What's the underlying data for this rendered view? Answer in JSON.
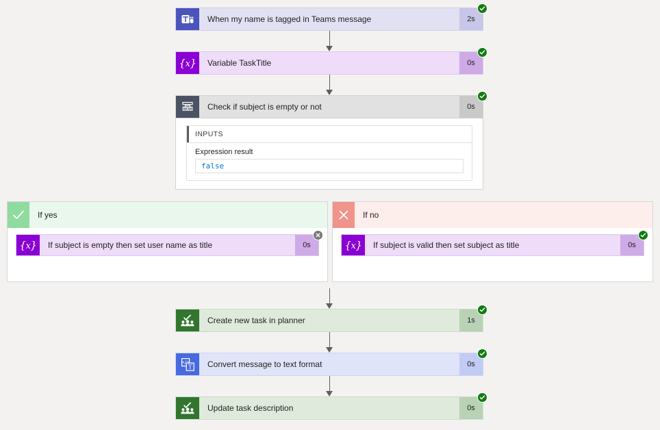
{
  "flow": {
    "trigger": {
      "icon": "teams-icon",
      "title": "When my name is tagged in Teams message",
      "duration": "2s",
      "status": "succeeded",
      "theme": "t-teams"
    },
    "steps_before_condition": [
      {
        "icon": "variable-icon",
        "title": "Variable TaskTitle",
        "duration": "0s",
        "status": "succeeded",
        "theme": "t-var"
      }
    ],
    "condition": {
      "icon": "condition-icon",
      "title": "Check if subject is empty or not",
      "duration": "0s",
      "status": "succeeded",
      "theme": "t-cond",
      "inputs_header": "INPUTS",
      "expression_label": "Expression result",
      "expression_value": "false"
    },
    "branches": [
      {
        "side": "yes",
        "mark": "check-icon",
        "label": "If yes",
        "action": {
          "icon": "variable-icon",
          "title": "If subject is empty then set user name as title",
          "duration": "0s",
          "status": "skipped",
          "theme": "t-var"
        }
      },
      {
        "side": "no",
        "mark": "cross-icon",
        "label": "If no",
        "action": {
          "icon": "variable-icon",
          "title": "If subject is valid then set subject as title",
          "duration": "0s",
          "status": "succeeded",
          "theme": "t-var"
        }
      }
    ],
    "steps_after_condition": [
      {
        "icon": "planner-icon",
        "title": "Create new task in planner",
        "duration": "1s",
        "status": "succeeded",
        "theme": "t-planner"
      },
      {
        "icon": "html-to-text-icon",
        "title": "Convert message to text format",
        "duration": "0s",
        "status": "succeeded",
        "theme": "t-text"
      },
      {
        "icon": "planner-icon",
        "title": "Update task description",
        "duration": "0s",
        "status": "succeeded",
        "theme": "t-planner"
      }
    ]
  },
  "colors": {
    "page_background": "#f3f2f1",
    "success": "#107c10",
    "skipped": "#797775",
    "teams": "#4b53bc",
    "variable": "#8a00d4",
    "condition": "#4a5263",
    "planner": "#31752f",
    "html_to_text": "#486ae0",
    "expression_value": "#0078d4",
    "connector": "#605e5c"
  }
}
